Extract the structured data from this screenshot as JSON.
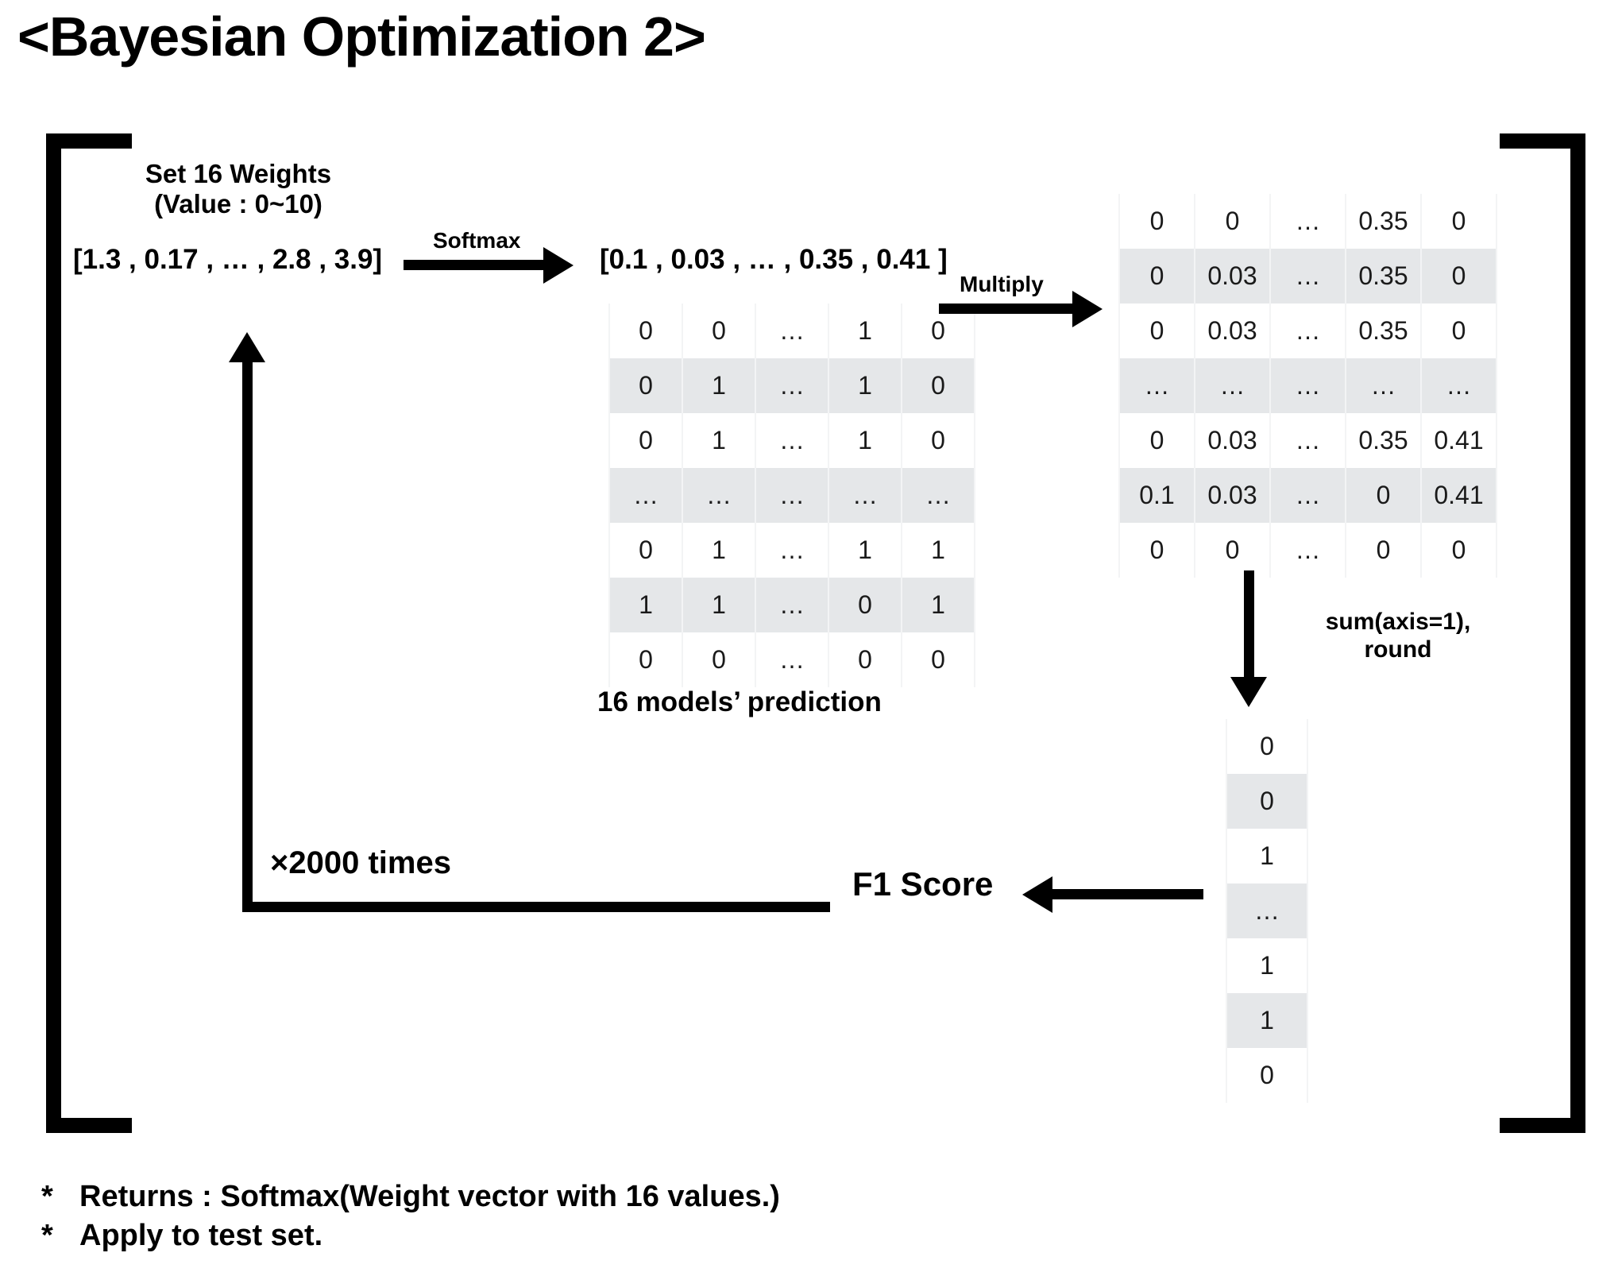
{
  "title": "<Bayesian Optimization 2>",
  "steps": {
    "set_weights_label": "Set 16 Weights\n(Value : 0~10)",
    "weight_vector": "[1.3 , 0.17 , … , 2.8 , 3.9]",
    "softmax_label": "Softmax",
    "softmax_vector": "[0.1 , 0.03 , … , 0.35 , 0.41 ]",
    "multiply_label": "Multiply",
    "prediction_caption": "16 models’ prediction",
    "sum_round_label": "sum(axis=1),\nround",
    "loop_count_label": "×2000 times",
    "f1_score_label": "F1 Score"
  },
  "footnotes": [
    "Returns : Softmax(Weight vector with 16 values.)",
    "Apply to test set."
  ],
  "colors": {
    "ink": "#000000",
    "row_shade": "#e5e7e9",
    "cell_border": "#f3f4f5",
    "background": "#ffffff"
  },
  "chart_data": {
    "type": "table",
    "title": "16 models’ prediction",
    "tables": [
      {
        "name": "prediction_matrix",
        "caption": "16 models’ prediction",
        "columns": 5,
        "rows": 7,
        "shaded_rows": [
          1,
          3,
          5
        ],
        "values": [
          [
            "0",
            "0",
            "…",
            "1",
            "0"
          ],
          [
            "0",
            "1",
            "…",
            "1",
            "0"
          ],
          [
            "0",
            "1",
            "…",
            "1",
            "0"
          ],
          [
            "…",
            "…",
            "…",
            "…",
            "…"
          ],
          [
            "0",
            "1",
            "…",
            "1",
            "1"
          ],
          [
            "1",
            "1",
            "…",
            "0",
            "1"
          ],
          [
            "0",
            "0",
            "…",
            "0",
            "0"
          ]
        ]
      },
      {
        "name": "weighted_matrix",
        "caption": "",
        "columns": 5,
        "rows": 7,
        "shaded_rows": [
          1,
          3,
          5
        ],
        "values": [
          [
            "0",
            "0",
            "…",
            "0.35",
            "0"
          ],
          [
            "0",
            "0.03",
            "…",
            "0.35",
            "0"
          ],
          [
            "0",
            "0.03",
            "…",
            "0.35",
            "0"
          ],
          [
            "…",
            "…",
            "…",
            "…",
            "…"
          ],
          [
            "0",
            "0.03",
            "…",
            "0.35",
            "0.41"
          ],
          [
            "0.1",
            "0.03",
            "…",
            "0",
            "0.41"
          ],
          [
            "0",
            "0",
            "…",
            "0",
            "0"
          ]
        ]
      },
      {
        "name": "output_column",
        "caption": "",
        "columns": 1,
        "rows": 7,
        "shaded_rows": [
          1,
          3,
          5
        ],
        "values": [
          [
            "0"
          ],
          [
            "0"
          ],
          [
            "1"
          ],
          [
            "…"
          ],
          [
            "1"
          ],
          [
            "1"
          ],
          [
            "0"
          ]
        ]
      }
    ]
  }
}
